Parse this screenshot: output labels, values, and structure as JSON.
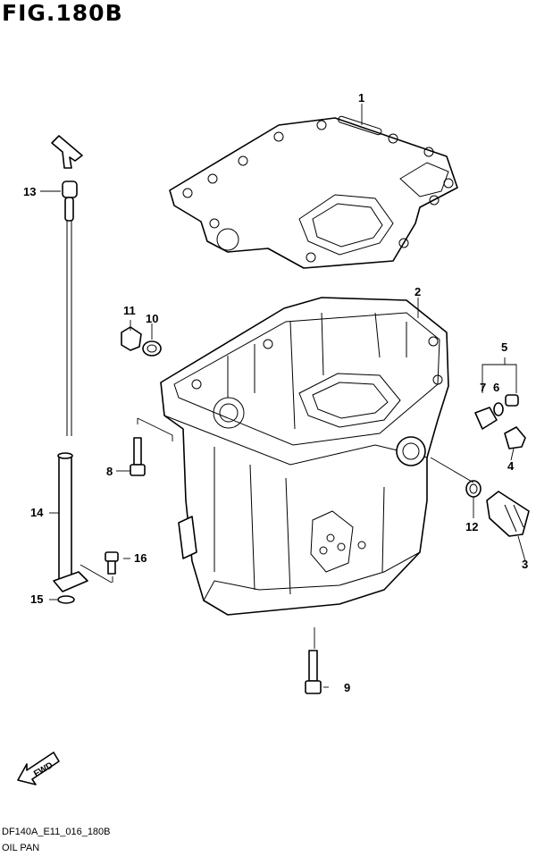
{
  "figure": {
    "title": "FIG.180B"
  },
  "footer": {
    "code": "DF140A_E11_016_180B",
    "name": "OIL PAN"
  },
  "direction": {
    "label": "FWD"
  },
  "callouts": {
    "c1": "1",
    "c2": "2",
    "c3": "3",
    "c4": "4",
    "c5": "5",
    "c6": "6",
    "c7": "7",
    "c8": "8",
    "c9": "9",
    "c10": "10",
    "c11": "11",
    "c12": "12",
    "c13": "13",
    "c14": "14",
    "c15": "15",
    "c16": "16"
  }
}
